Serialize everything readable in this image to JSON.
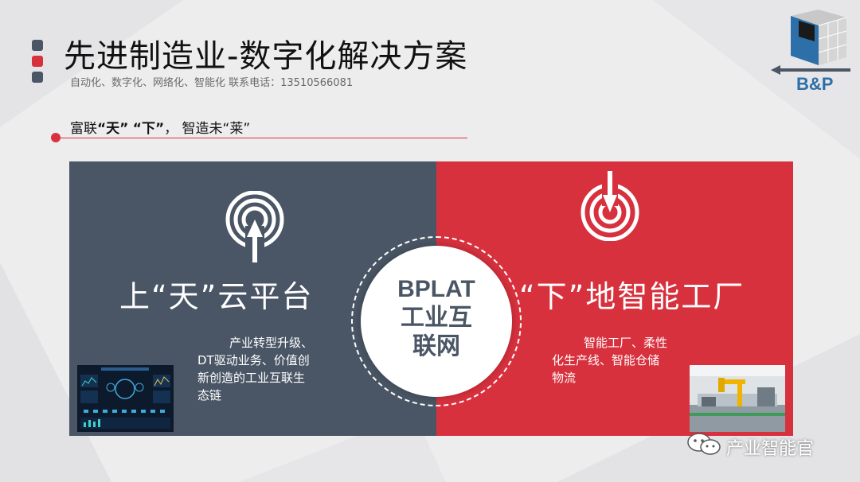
{
  "header": {
    "title": "先进制造业-数字化解决方案",
    "subtitle": "自动化、数字化、网络化、智能化   联系电话：13510566081",
    "bullet_colors": [
      "#4a5665",
      "#d8313e",
      "#4a5665"
    ]
  },
  "logo": {
    "text": "B&P",
    "icon": "cube-logo-icon"
  },
  "slogan": {
    "part1": "富联",
    "q1": "“天”",
    "q2": "“下”",
    "part2": "， 智造未",
    "q3": "“莱”"
  },
  "left_panel": {
    "heading": "上“天”云平台",
    "desc_lines": [
      "产业转型升级、",
      "DT驱动业务、价值创",
      "新创造的工业互联生",
      "态链"
    ],
    "icon": "signal-up-arrow-icon",
    "color": "#4a5665"
  },
  "right_panel": {
    "heading": "“下”地智能工厂",
    "desc_lines": [
      "智能工厂、柔性",
      "化生产线、智能仓储",
      "物流"
    ],
    "icon": "target-down-arrow-icon",
    "color": "#d8313e"
  },
  "center": {
    "lines": [
      "BPLAT",
      "工业互",
      "联网"
    ]
  },
  "watermark": {
    "text": "产业智能官",
    "icon": "wechat-icon"
  }
}
